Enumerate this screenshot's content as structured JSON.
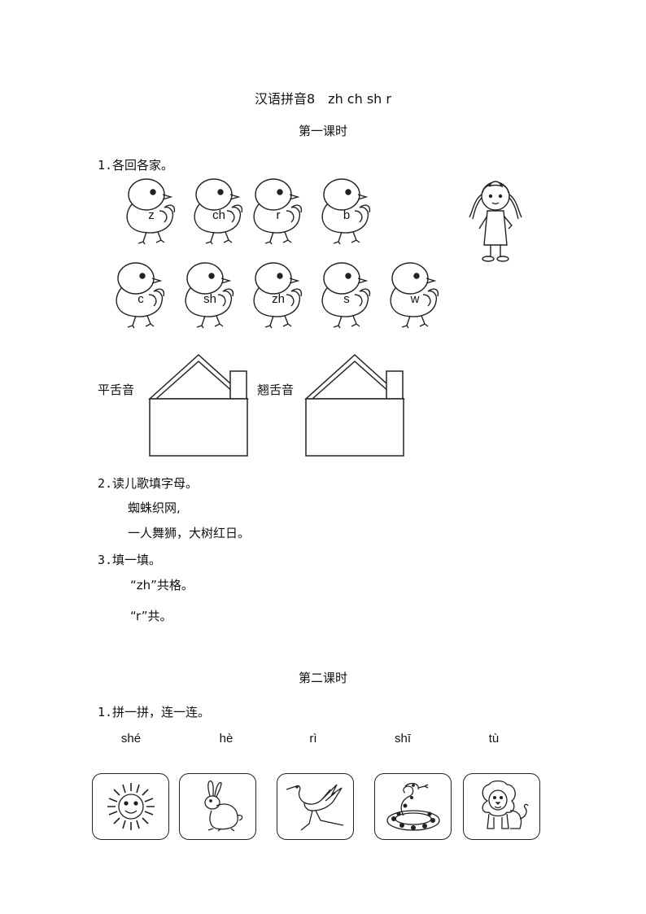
{
  "header": {
    "title": "汉语拼音8　zh ch sh r"
  },
  "lesson1": {
    "heading": "第一课时",
    "q1": {
      "label": "1.各回各家。",
      "chicks_row1": [
        "z",
        "ch",
        "r",
        "b"
      ],
      "chicks_row2": [
        "c",
        "sh",
        "zh",
        "s",
        "w"
      ],
      "house_flat": "平舌音",
      "house_curl": "翘舌音"
    },
    "q2": {
      "label": "2.读儿歌填字母。",
      "lines": [
        "蜘蛛织网,",
        "一人舞狮，大树红日。"
      ]
    },
    "q3": {
      "label": "3.填一填。",
      "lines": [
        "“zh”共格。",
        "“r”共。"
      ]
    }
  },
  "lesson2": {
    "heading": "第二课时",
    "q1": {
      "label": "1.拼一拼，连一连。",
      "pinyin": [
        "shé",
        "hè",
        "rì",
        "shī",
        "tù"
      ],
      "pictures": [
        "sun-icon",
        "rabbit-icon",
        "crane-icon",
        "snake-icon",
        "lion-icon"
      ]
    }
  }
}
